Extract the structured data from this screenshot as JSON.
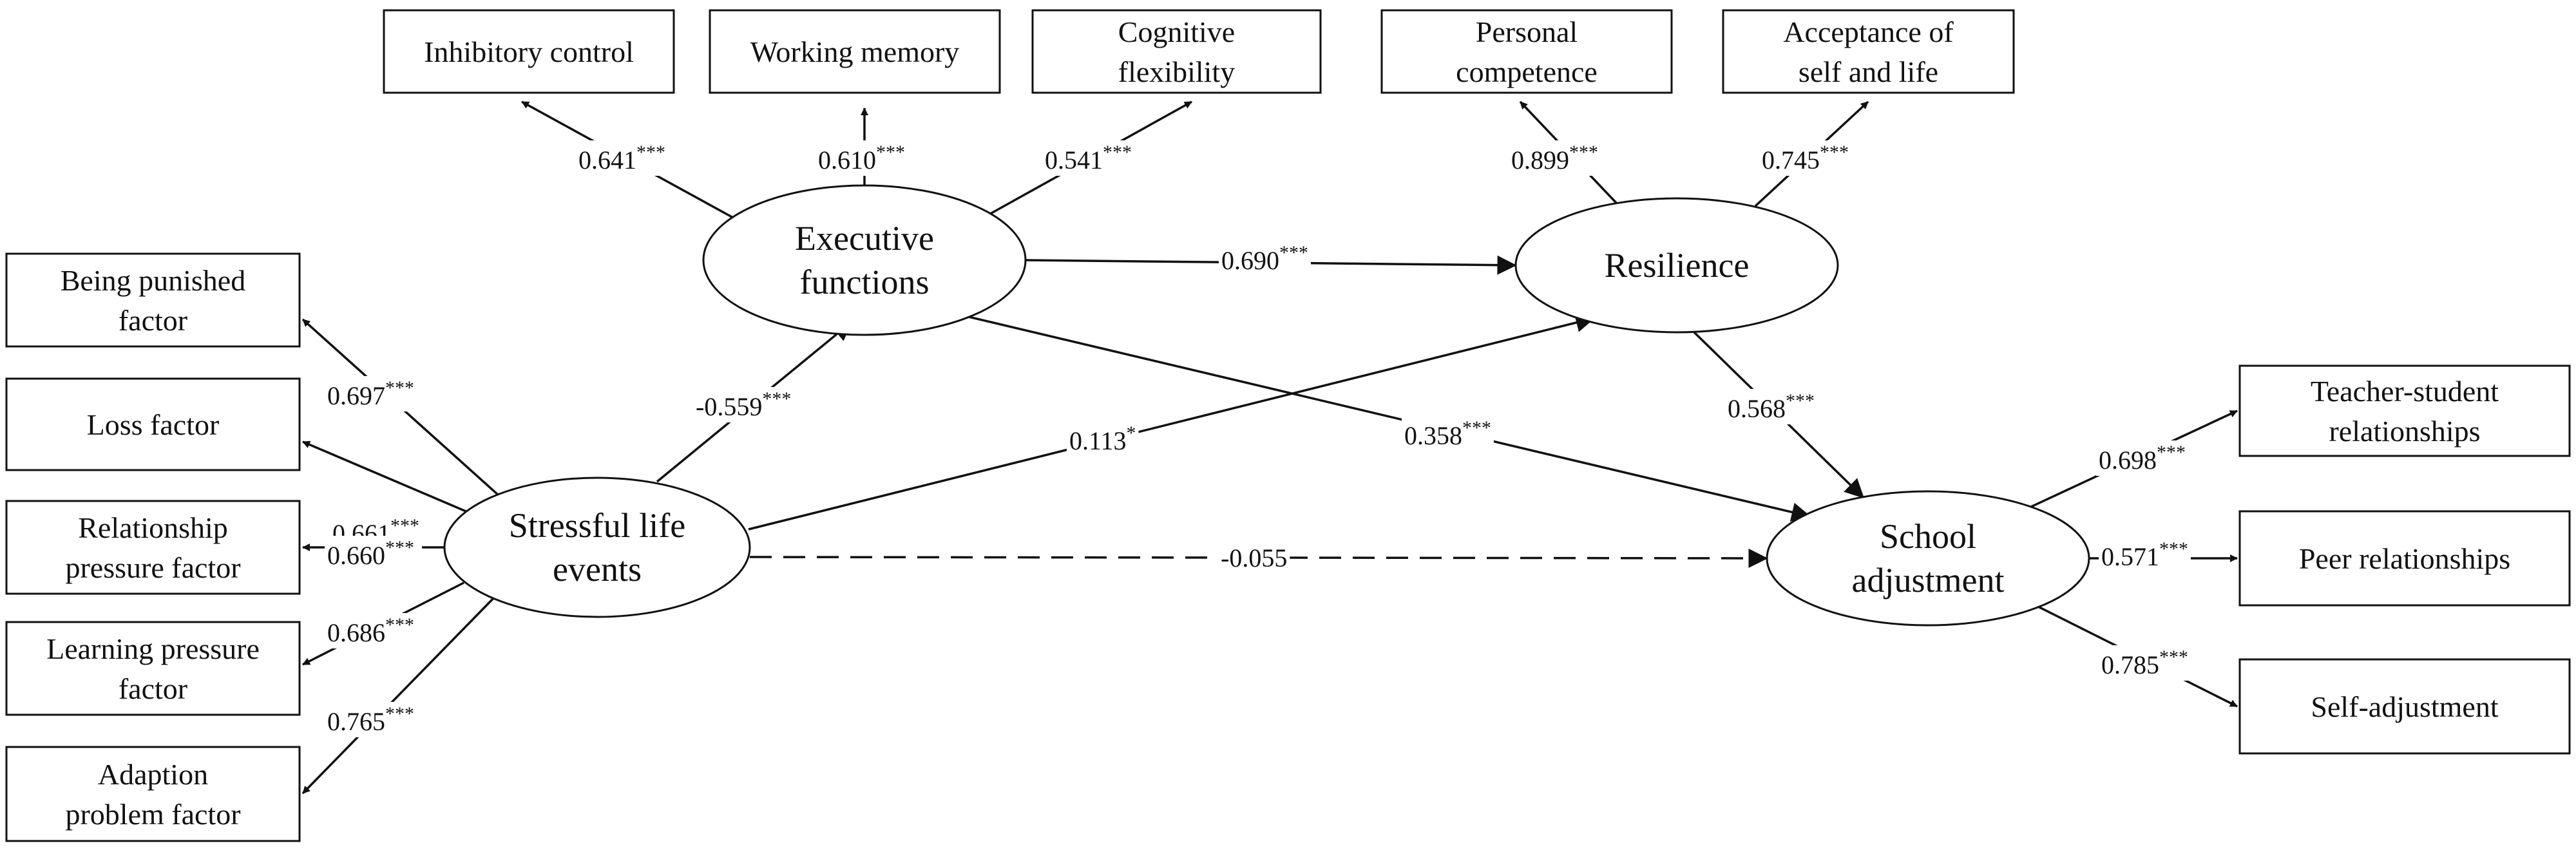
{
  "boxes": [
    {
      "id": "inhibitory",
      "lines": [
        "Inhibitory control"
      ]
    },
    {
      "id": "working",
      "lines": [
        "Working memory"
      ]
    },
    {
      "id": "cognitive",
      "lines": [
        "Cognitive",
        "flexibility"
      ]
    },
    {
      "id": "personal",
      "lines": [
        "Personal",
        "competence"
      ]
    },
    {
      "id": "acceptance",
      "lines": [
        "Acceptance of",
        "self and life"
      ]
    },
    {
      "id": "punished",
      "lines": [
        "Being punished",
        "factor"
      ]
    },
    {
      "id": "loss",
      "lines": [
        "Loss factor"
      ]
    },
    {
      "id": "relationship",
      "lines": [
        "Relationship",
        "pressure factor"
      ]
    },
    {
      "id": "learning",
      "lines": [
        "Learning pressure",
        "factor"
      ]
    },
    {
      "id": "adaption",
      "lines": [
        "Adaption",
        "problem factor"
      ]
    },
    {
      "id": "teacher",
      "lines": [
        "Teacher-student",
        "relationships"
      ]
    },
    {
      "id": "peer",
      "lines": [
        "Peer relationships"
      ]
    },
    {
      "id": "selfadj",
      "lines": [
        "Self-adjustment"
      ]
    }
  ],
  "latents": [
    {
      "id": "exec",
      "lines": [
        "Executive",
        "functions"
      ]
    },
    {
      "id": "resil",
      "lines": [
        "Resilience"
      ]
    },
    {
      "id": "stress",
      "lines": [
        "Stressful life",
        "events"
      ]
    },
    {
      "id": "school",
      "lines": [
        "School",
        "adjustment"
      ]
    }
  ],
  "paths": [
    {
      "id": "p1",
      "value": "0.641",
      "sig": "***"
    },
    {
      "id": "p2",
      "value": "0.610",
      "sig": "***"
    },
    {
      "id": "p3",
      "value": "0.541",
      "sig": "***"
    },
    {
      "id": "p4",
      "value": "0.899",
      "sig": "***"
    },
    {
      "id": "p5",
      "value": "0.745",
      "sig": "***"
    },
    {
      "id": "p6",
      "value": "0.697",
      "sig": "***"
    },
    {
      "id": "p7",
      "value": "0.661",
      "sig": "***"
    },
    {
      "id": "p8",
      "value": "0.660",
      "sig": "***"
    },
    {
      "id": "p9",
      "value": "0.686",
      "sig": "***"
    },
    {
      "id": "p10",
      "value": "0.765",
      "sig": "***"
    },
    {
      "id": "p11",
      "value": "0.698",
      "sig": "***"
    },
    {
      "id": "p12",
      "value": "0.571",
      "sig": "***"
    },
    {
      "id": "p13",
      "value": "0.785",
      "sig": "***"
    },
    {
      "id": "p14",
      "value": "0.690",
      "sig": "***"
    },
    {
      "id": "p15",
      "value": "-0.559",
      "sig": "***"
    },
    {
      "id": "p16",
      "value": "0.113",
      "sig": "*"
    },
    {
      "id": "p17",
      "value": "0.358",
      "sig": "***"
    },
    {
      "id": "p18",
      "value": "0.568",
      "sig": "***"
    },
    {
      "id": "p19",
      "value": "-0.055",
      "sig": ""
    }
  ]
}
